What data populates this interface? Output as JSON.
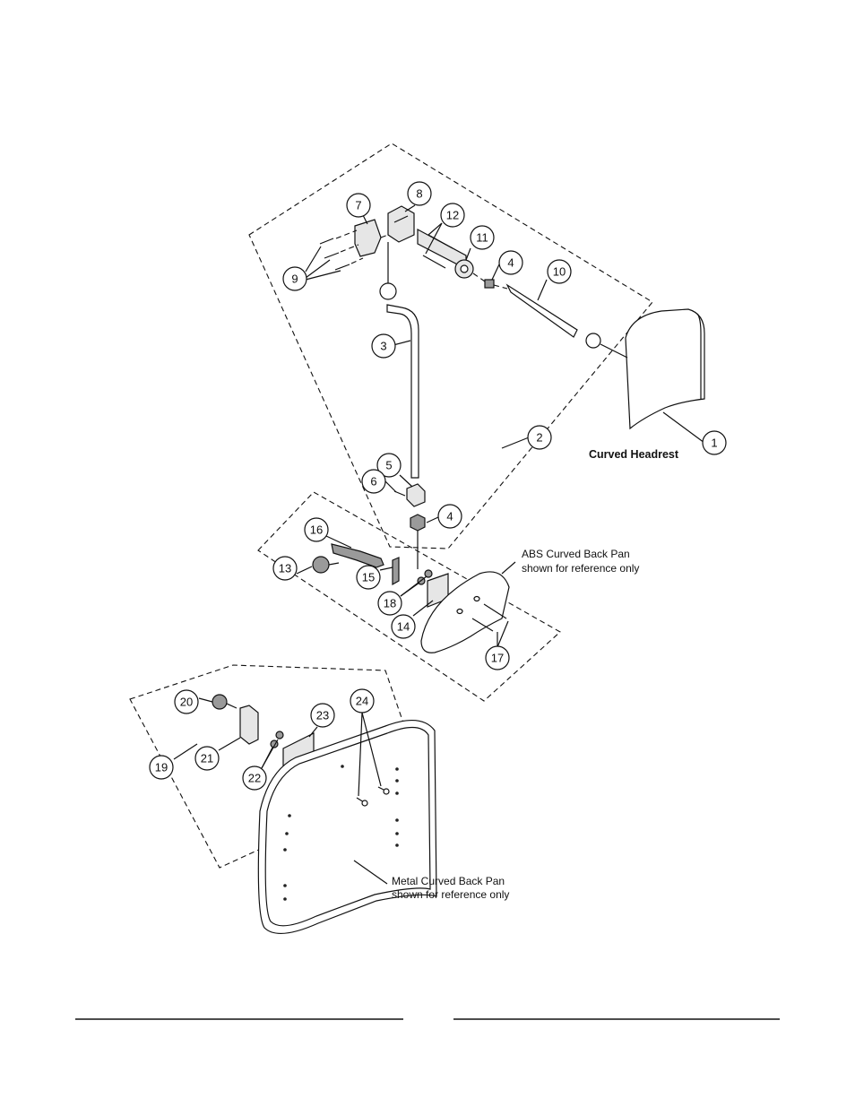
{
  "captions": {
    "curved_headrest": "Curved Headrest",
    "abs_pan_line1": "ABS Curved Back Pan",
    "abs_pan_line2": "shown for reference only",
    "metal_pan_line1": "Metal Curved Back Pan",
    "metal_pan_line2": "shown for reference only"
  },
  "callouts": [
    "1",
    "2",
    "3",
    "4",
    "4",
    "5",
    "6",
    "7",
    "8",
    "9",
    "10",
    "11",
    "12",
    "13",
    "14",
    "15",
    "16",
    "17",
    "18",
    "19",
    "20",
    "21",
    "22",
    "23",
    "24"
  ]
}
